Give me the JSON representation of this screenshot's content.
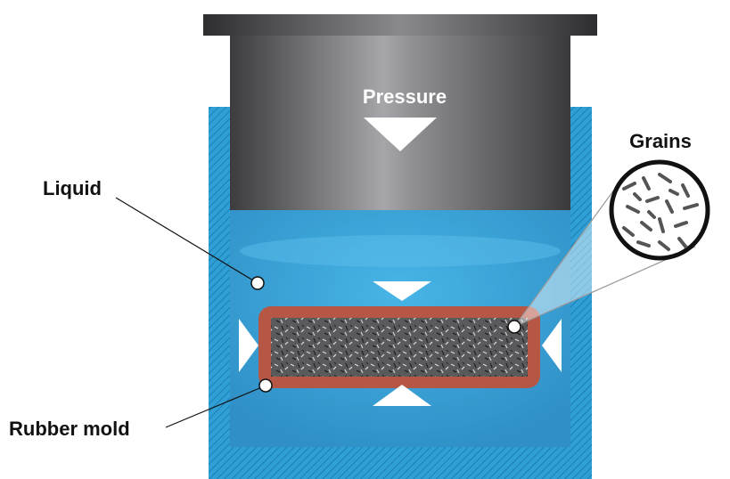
{
  "labels": {
    "pressure": "Pressure",
    "grains": "Grains",
    "liquid": "Liquid",
    "rubber_mold": "Rubber mold"
  },
  "colors": {
    "vessel_blue": "#2f9fd6",
    "hatch_blue": "#1d7fb3",
    "liquid_blue": "#3aa8de",
    "mold_rubber": "#b65745",
    "piston_gray": "#6f6f72",
    "arrow_white": "#ffffff"
  }
}
